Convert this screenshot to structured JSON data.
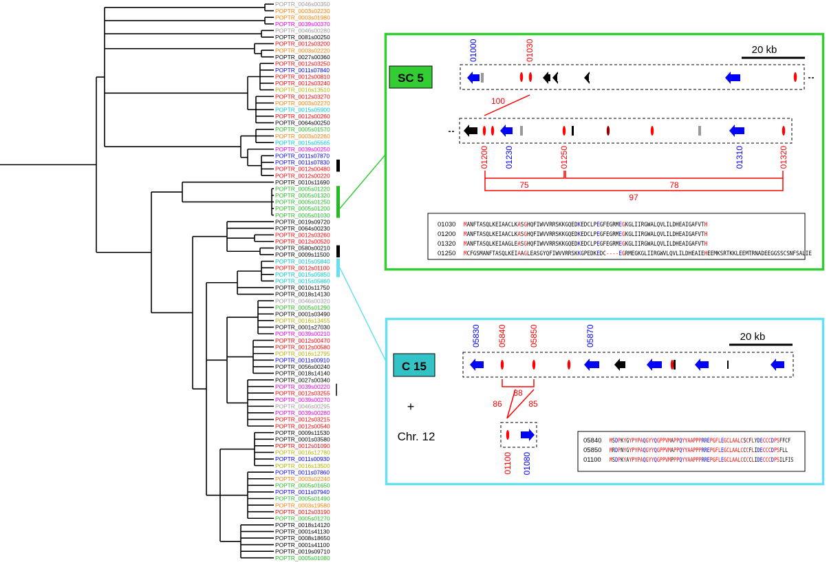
{
  "colors": {
    "black": "#000000",
    "gray": "#999999",
    "orange": "#ff7f00",
    "magenta": "#e600e6",
    "red": "#ff0000",
    "blue": "#0000ff",
    "olive": "#b3b300",
    "cyan": "#00c8d0",
    "green": "#22bb22",
    "sc5_box": "#33cc33",
    "sc5_label_bg": "#33cc33",
    "c15_box": "#66e0ee",
    "c15_label_bg": "#33c3c6"
  },
  "leaves": [
    {
      "name": "POPTR_0046s00350",
      "color": "gray"
    },
    {
      "name": "POPTR_0003s02230",
      "color": "orange"
    },
    {
      "name": "POPTR_0003s01980",
      "color": "orange"
    },
    {
      "name": "POPTR_0039s00370",
      "color": "magenta"
    },
    {
      "name": "POPTR_0046s00280",
      "color": "gray"
    },
    {
      "name": "POPTR_0081s00250",
      "color": "black"
    },
    {
      "name": "POPTR_0012s03200",
      "color": "red"
    },
    {
      "name": "POPTR_0003s02220",
      "color": "orange"
    },
    {
      "name": "POPTR_0027s00360",
      "color": "black"
    },
    {
      "name": "POPTR_0012s03250",
      "color": "red"
    },
    {
      "name": "POPTR_0011s07840",
      "color": "blue"
    },
    {
      "name": "POPTR_0012s00810",
      "color": "red"
    },
    {
      "name": "POPTR_0012s03240",
      "color": "red"
    },
    {
      "name": "POPTR_0016s13510",
      "color": "olive"
    },
    {
      "name": "POPTR_0012s03270",
      "color": "red"
    },
    {
      "name": "POPTR_0003s02270",
      "color": "orange"
    },
    {
      "name": "POPTR_0015s05900",
      "color": "cyan"
    },
    {
      "name": "POPTR_0012s00260",
      "color": "red"
    },
    {
      "name": "POPTR_0064s00250",
      "color": "black"
    },
    {
      "name": "POPTR_0005s01570",
      "color": "green"
    },
    {
      "name": "POPTR_0003s02260",
      "color": "orange"
    },
    {
      "name": "POPTR_0015s05565",
      "color": "cyan"
    },
    {
      "name": "POPTR_0039s00250",
      "color": "magenta"
    },
    {
      "name": "POPTR_0011s07870",
      "color": "blue"
    },
    {
      "name": "POPTR_0011s07830",
      "color": "blue"
    },
    {
      "name": "POPTR_0012s00480",
      "color": "red"
    },
    {
      "name": "POPTR_0012s00220",
      "color": "red"
    },
    {
      "name": "POPTR_0010s11690",
      "color": "black"
    },
    {
      "name": "POPTR_0005s01220",
      "color": "green"
    },
    {
      "name": "POPTR_0005s01320",
      "color": "green"
    },
    {
      "name": "POPTR_0005s01250",
      "color": "green"
    },
    {
      "name": "POPTR_0005s01200",
      "color": "green"
    },
    {
      "name": "POPTR_0005s01030",
      "color": "green"
    },
    {
      "name": "POPTR_0019s09720",
      "color": "black"
    },
    {
      "name": "POPTR_0064s00230",
      "color": "black"
    },
    {
      "name": "POPTR_0012s03260",
      "color": "red"
    },
    {
      "name": "POPTR_0012s00520",
      "color": "red"
    },
    {
      "name": "POPTR_0580s00210",
      "color": "black"
    },
    {
      "name": "POPTR_0009s11500",
      "color": "black"
    },
    {
      "name": "POPTR_0015s05840",
      "color": "cyan"
    },
    {
      "name": "POPTR_0012s01100",
      "color": "red"
    },
    {
      "name": "POPTR_0015s05850",
      "color": "cyan"
    },
    {
      "name": "POPTR_0015s05860",
      "color": "cyan"
    },
    {
      "name": "POPTR_0010s11750",
      "color": "black"
    },
    {
      "name": "POPTR_0018s14130",
      "color": "black"
    },
    {
      "name": "POPTR_0046s00320",
      "color": "gray"
    },
    {
      "name": "POPTR_0005s01290",
      "color": "green"
    },
    {
      "name": "POPTR_0001s03490",
      "color": "black"
    },
    {
      "name": "POPTR_0016s13455",
      "color": "olive"
    },
    {
      "name": "POPTR_0001s27030",
      "color": "black"
    },
    {
      "name": "POPTR_0039s00210",
      "color": "magenta"
    },
    {
      "name": "POPTR_0012s00470",
      "color": "red"
    },
    {
      "name": "POPTR_0012s00580",
      "color": "red"
    },
    {
      "name": "POPTR_0016s12795",
      "color": "olive"
    },
    {
      "name": "POPTR_0011s00910",
      "color": "blue"
    },
    {
      "name": "POPTR_0056s00240",
      "color": "black"
    },
    {
      "name": "POPTR_0018s14140",
      "color": "black"
    },
    {
      "name": "POPTR_0027s00340",
      "color": "black"
    },
    {
      "name": "POPTR_0039s00220",
      "color": "magenta"
    },
    {
      "name": "POPTR_0012s03255",
      "color": "red"
    },
    {
      "name": "POPTR_0039s00270",
      "color": "magenta"
    },
    {
      "name": "POPTR_0046s00295",
      "color": "gray"
    },
    {
      "name": "POPTR_0039s00280",
      "color": "magenta"
    },
    {
      "name": "POPTR_0012s03215",
      "color": "red"
    },
    {
      "name": "POPTR_0012s00540",
      "color": "red"
    },
    {
      "name": "POPTR_0009s11530",
      "color": "black"
    },
    {
      "name": "POPTR_0001s03580",
      "color": "black"
    },
    {
      "name": "POPTR_0012s01090",
      "color": "red"
    },
    {
      "name": "POPTR_0016s12780",
      "color": "olive"
    },
    {
      "name": "POPTR_0011s00930",
      "color": "blue"
    },
    {
      "name": "POPTR_0016s13500",
      "color": "olive"
    },
    {
      "name": "POPTR_0011s07860",
      "color": "blue"
    },
    {
      "name": "POPTR_0003s02240",
      "color": "orange"
    },
    {
      "name": "POPTR_0005s01650",
      "color": "green"
    },
    {
      "name": "POPTR_0011s07940",
      "color": "blue"
    },
    {
      "name": "POPTR_0005s01490",
      "color": "green"
    },
    {
      "name": "POPTR_0003s19580",
      "color": "orange"
    },
    {
      "name": "POPTR_0012s03190",
      "color": "red"
    },
    {
      "name": "POPTR_0005s01270",
      "color": "green"
    },
    {
      "name": "POPTR_0018s14120",
      "color": "black"
    },
    {
      "name": "POPTR_0001s41130",
      "color": "black"
    },
    {
      "name": "POPTR_0008s18650",
      "color": "black"
    },
    {
      "name": "POPTR_0001s41100",
      "color": "black"
    },
    {
      "name": "POPTR_0019s09710",
      "color": "black"
    },
    {
      "name": "POPTR_0005s01080",
      "color": "green"
    }
  ],
  "sc5": {
    "label": "SC 5",
    "scale_label": "20 kb",
    "row1_ids": [
      {
        "id": "01000",
        "color": "blue"
      },
      {
        "id": "01030",
        "color": "red"
      }
    ],
    "row2_ids": [
      {
        "id": "01200",
        "color": "red"
      },
      {
        "id": "01230",
        "color": "blue"
      },
      {
        "id": "01250",
        "color": "red"
      },
      {
        "id": "01310",
        "color": "blue"
      },
      {
        "id": "01320",
        "color": "red"
      }
    ],
    "identity_link": "100",
    "bracket_a": "75",
    "bracket_b": "78",
    "bracket_c": "97",
    "alignment": [
      {
        "id": "01030",
        "seq": "MANFTASQLKEIAACLKASGHQFIWVVRRSKKGQEDKEDCLPEGFEGRMEGKGLIIRGWALQVLILDHEAIGAFVTH"
      },
      {
        "id": "01200",
        "seq": "MANFTASQLKEIAACLKASGHQFIWVVRRSKKGQEDKEDCLPEGFEGRMEGKGLIIRGWALQVLILDHEAIGAFVTH"
      },
      {
        "id": "01320",
        "seq": "MANFTASQLKEIAAGLEASGHQFIWVVRRSKKGQEDKEDCLPEGFEGRMEGKGLIIRGWALQVLILDHEAIGAFVTH"
      },
      {
        "id": "01250",
        "seq": "MCFGSMANFTASQLKEIAAGLEASGYQFIWVVRRSKKGPEDKEDC----EGRMEGKGLIIRGWVLQVLILDHEAIEHEEMKSRTKKLEEMTRNADEEGGSSCSNFSALIE"
      }
    ]
  },
  "c15": {
    "label": "C 15",
    "scale_label": "20 kb",
    "top_ids": [
      {
        "id": "05830",
        "color": "blue"
      },
      {
        "id": "05840",
        "color": "red"
      },
      {
        "id": "05850",
        "color": "red"
      },
      {
        "id": "05870",
        "color": "blue"
      }
    ],
    "chr_ids": [
      {
        "id": "01100",
        "color": "red"
      },
      {
        "id": "01080",
        "color": "blue"
      }
    ],
    "plus_sign": "+",
    "chr_label": "Chr. 12",
    "ident_88": "88",
    "ident_86": "86",
    "ident_85": "85",
    "alignment": [
      {
        "id": "05840",
        "seq": "MSDPKYGYPYPAQGYYQGPPVMAPPQYYAAPPPRREPGFLEGCLAALCSCFLYDECCCDPSFFCF"
      },
      {
        "id": "05850",
        "seq": "MRDPNYGYPYPAQGYYQGPPVMAPPQYYAAPPPRREPGFLEGCLAALCCCFLIDECCCDPSFLL"
      },
      {
        "id": "01100",
        "seq": "MSDPKYAYPYPAQGYYQGPPVMPPPQYYAAPPPRREPGFLEGCLAALCCCCLIDECCCDPSILFIS"
      }
    ]
  }
}
